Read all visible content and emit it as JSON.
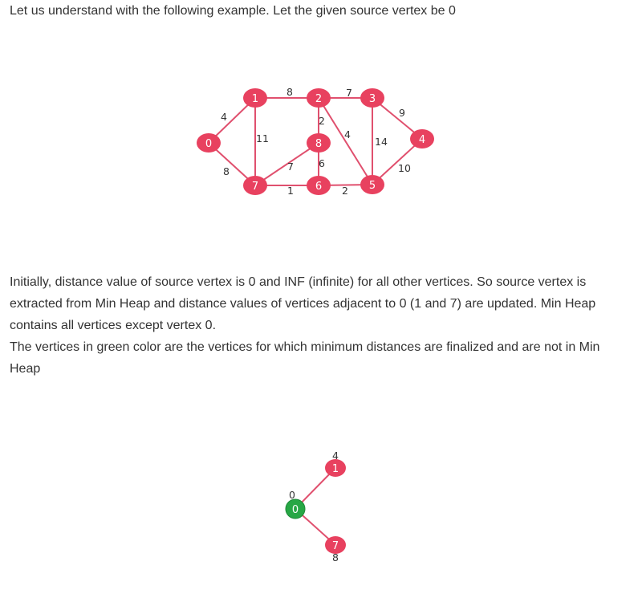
{
  "intro_text": "Let us understand with the following example. Let the given source vertex be 0",
  "explanation": {
    "line1": "Initially, distance value of source vertex is 0 and INF (infinite) for all other vertices. So source vertex is extracted from Min Heap and distance values of vertices adjacent to 0 (1 and 7) are updated. Min Heap contains all vertices except vertex 0.",
    "line2": "The vertices in green color are the vertices for which minimum distances are finalized and are not in Min Heap"
  },
  "colors": {
    "node": "#e8415f",
    "finalized_node": "#27a745",
    "edge": "#e0506e"
  },
  "graph": {
    "nodes": [
      "0",
      "1",
      "2",
      "3",
      "4",
      "5",
      "6",
      "7",
      "8"
    ],
    "edges": [
      {
        "from": "0",
        "to": "1",
        "weight": "4"
      },
      {
        "from": "0",
        "to": "7",
        "weight": "8"
      },
      {
        "from": "1",
        "to": "2",
        "weight": "8"
      },
      {
        "from": "1",
        "to": "7",
        "weight": "11"
      },
      {
        "from": "2",
        "to": "3",
        "weight": "7"
      },
      {
        "from": "2",
        "to": "8",
        "weight": "2"
      },
      {
        "from": "2",
        "to": "5",
        "weight": "4"
      },
      {
        "from": "3",
        "to": "4",
        "weight": "9"
      },
      {
        "from": "3",
        "to": "5",
        "weight": "14"
      },
      {
        "from": "4",
        "to": "5",
        "weight": "10"
      },
      {
        "from": "5",
        "to": "6",
        "weight": "2"
      },
      {
        "from": "6",
        "to": "7",
        "weight": "1"
      },
      {
        "from": "6",
        "to": "8",
        "weight": "6"
      },
      {
        "from": "7",
        "to": "8",
        "weight": "7"
      }
    ]
  },
  "step1": {
    "source": {
      "id": "0",
      "distance": "0"
    },
    "neighbors": [
      {
        "id": "1",
        "distance": "4"
      },
      {
        "id": "7",
        "distance": "8"
      }
    ]
  }
}
